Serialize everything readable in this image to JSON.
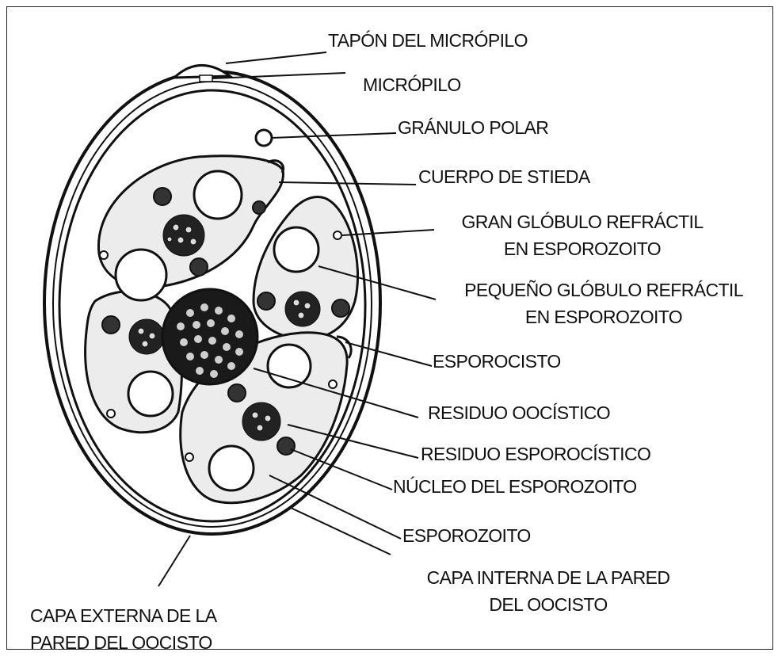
{
  "labels": {
    "tapon": "TAPÓN DEL MICRÓPILO",
    "micropilo": "MICRÓPILO",
    "granulo": "GRÁNULO POLAR",
    "stieda": "CUERPO DE STIEDA",
    "gran_globulo_1": "GRAN GLÓBULO REFRÁCTIL",
    "gran_globulo_2": "EN ESPOROZOITO",
    "pequeno_globulo_1": "PEQUEÑO GLÓBULO REFRÁCTIL",
    "pequeno_globulo_2": "EN ESPOROZOITO",
    "esporocisto": "ESPOROCISTO",
    "residuo_oocistico": "RESIDUO OOCÍSTICO",
    "residuo_esporocistico": "RESIDUO ESPOROCÍSTICO",
    "nucleo": "NÚCLEO DEL ESPOROZOITO",
    "esporozoito": "ESPOROZOITO",
    "capa_interna_1": "CAPA INTERNA DE LA PARED",
    "capa_interna_2": "DEL OOCISTO",
    "capa_externa_1": "CAPA EXTERNA DE LA",
    "capa_externa_2": "PARED DEL OOCISTO"
  }
}
